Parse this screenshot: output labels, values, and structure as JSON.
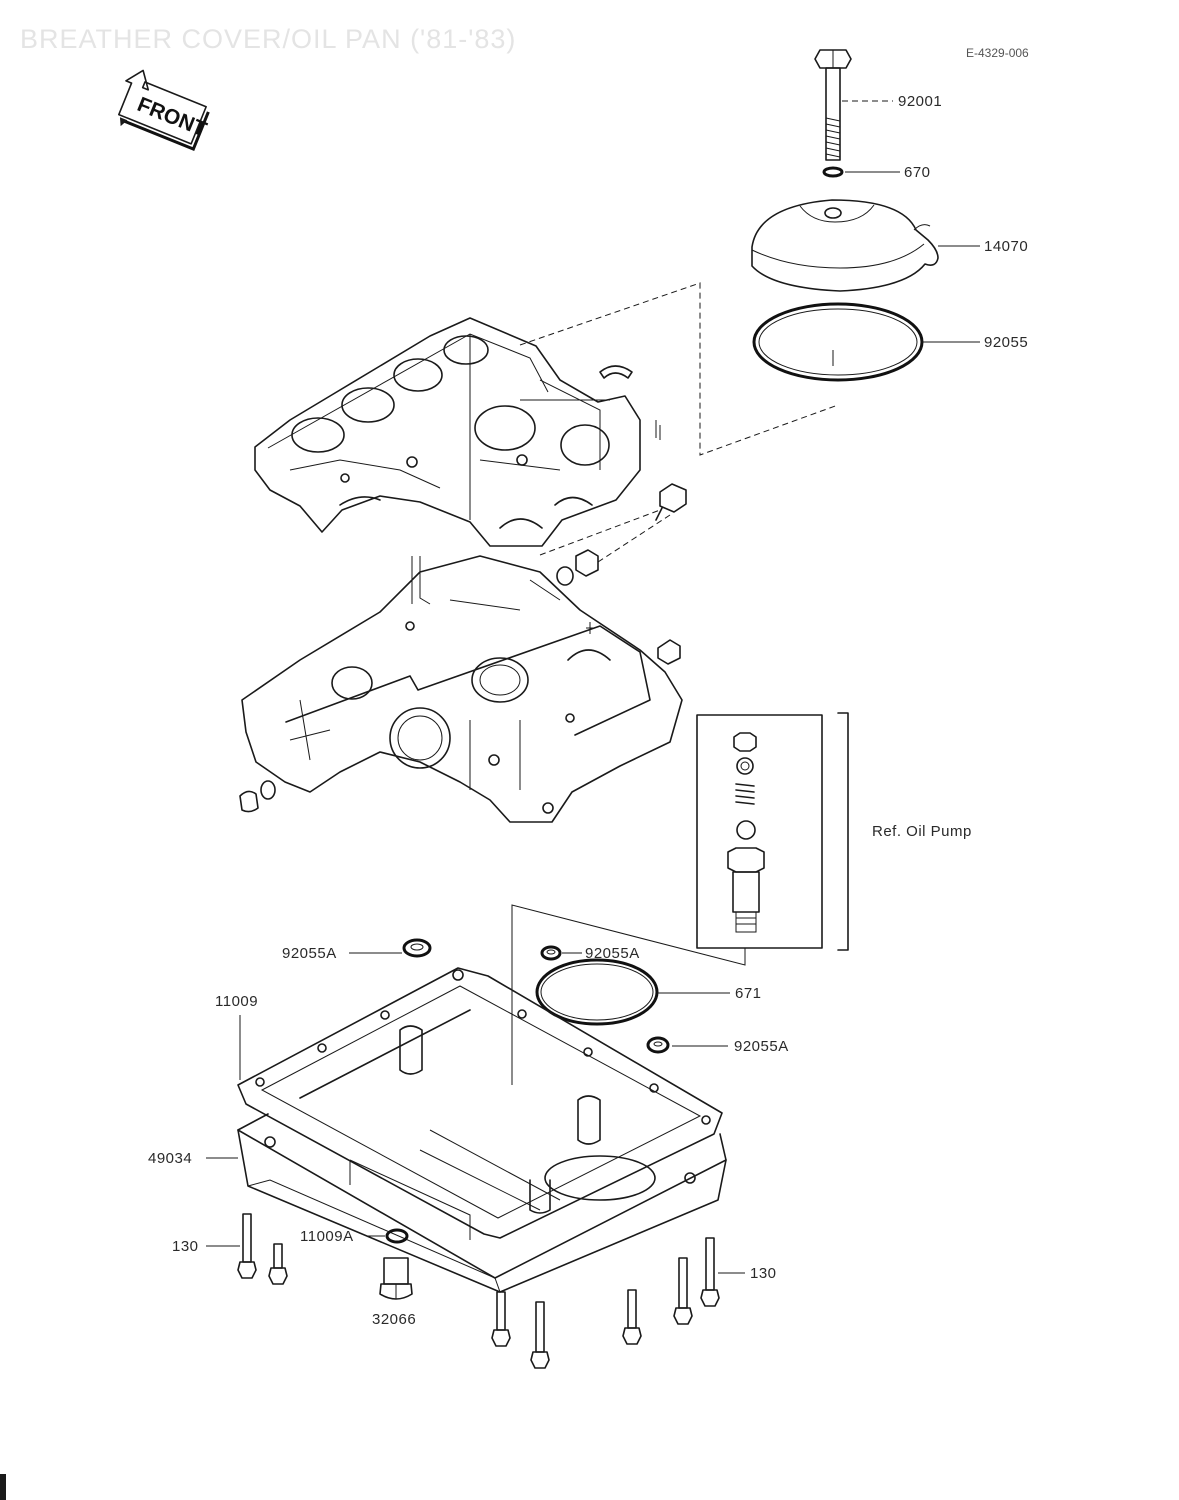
{
  "title": "BREATHER COVER/OIL PAN ('81-'83)",
  "drawing_code": "E-4329-006",
  "front_marker": "FRONT",
  "callouts": {
    "bolt": "92001",
    "washer": "670",
    "breather_cover": "14070",
    "cover_gasket": "92055",
    "washer_left": "92055A",
    "washer_mid": "92055A",
    "o_ring": "671",
    "washer_right": "92055A",
    "pan_gasket": "11009",
    "oil_pan": "49034",
    "bolts_left": "130",
    "bolts_right": "130",
    "drain_gasket": "11009A",
    "drain_plug": "32066"
  },
  "reference_note": "Ref. Oil Pump"
}
